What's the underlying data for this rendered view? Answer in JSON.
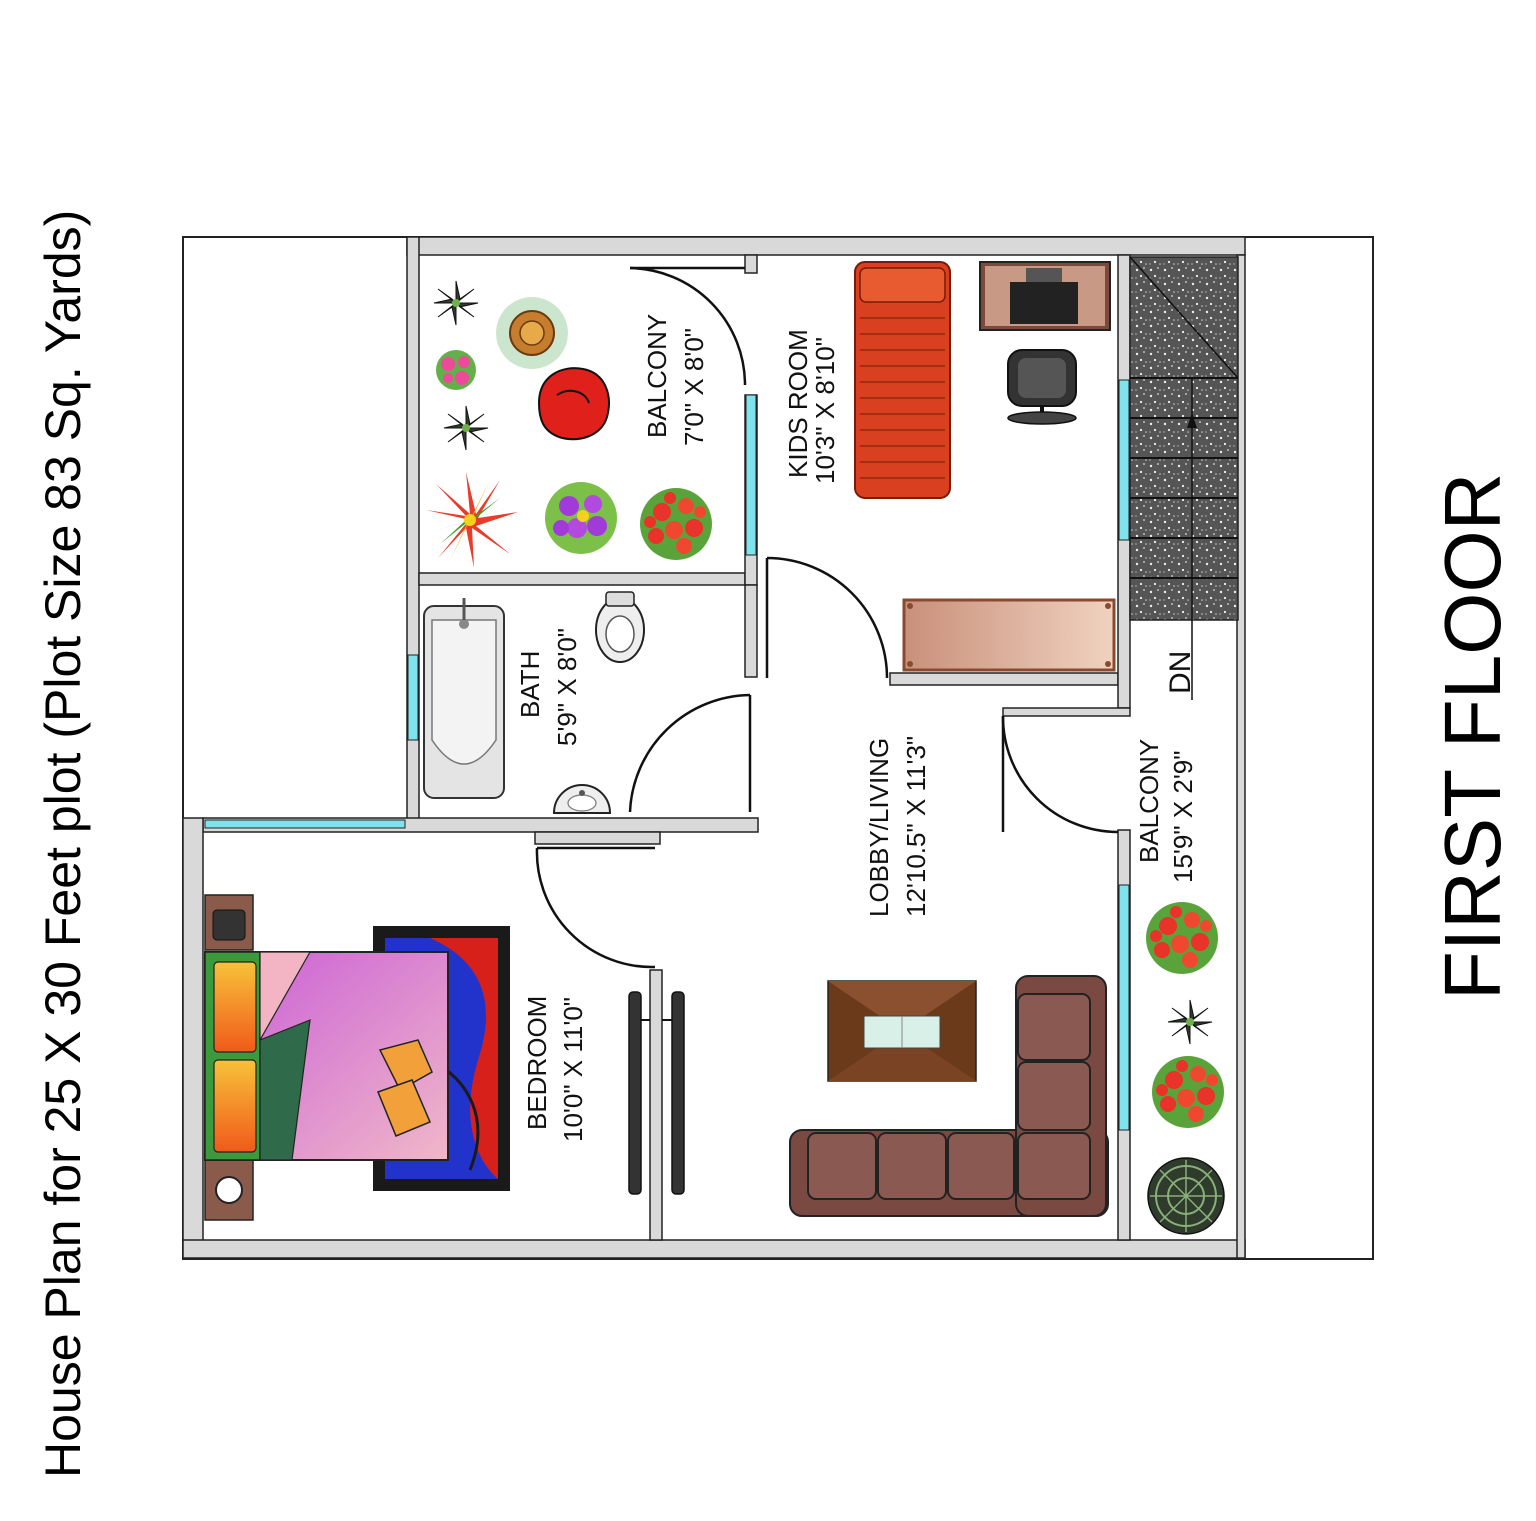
{
  "title": "House Plan for 25 X 30 Feet plot (Plot Size 83 Sq. Yards)",
  "floor_label": "FIRST FLOOR",
  "stair_label": "DN",
  "rooms": {
    "balcony_top": {
      "name": "BALCONY",
      "size": "7'0\" X 8'0\""
    },
    "kids_room": {
      "name": "KIDS ROOM",
      "size": "10'3\" X 8'10\""
    },
    "bath": {
      "name": "BATH",
      "size": "5'9\" X 8'0\""
    },
    "lobby_living": {
      "name": "LOBBY/LIVING",
      "size": "12'10.5\" X 11'3\""
    },
    "balcony_right": {
      "name": "BALCONY",
      "size": "15'9\" X 2'9\""
    },
    "bedroom": {
      "name": "BEDROOM",
      "size": "10'0\" X 11'0\""
    }
  },
  "colors": {
    "wall": "#d9d9d9",
    "window": "#7fe3ee",
    "sofa": "#7a4a42",
    "bed_purple": "#9b59c8",
    "rug_blue": "#2233cc",
    "kids_bed": "#d8401f"
  },
  "icons": [
    "plant-icon",
    "flower-icon",
    "fire-pit-icon",
    "bean-chair-icon",
    "bathtub-icon",
    "toilet-icon",
    "washbasin-icon",
    "bed-icon",
    "tv-icon",
    "sofa-icon",
    "coffee-table-icon",
    "desk-icon",
    "office-chair-icon",
    "stairs-icon"
  ]
}
